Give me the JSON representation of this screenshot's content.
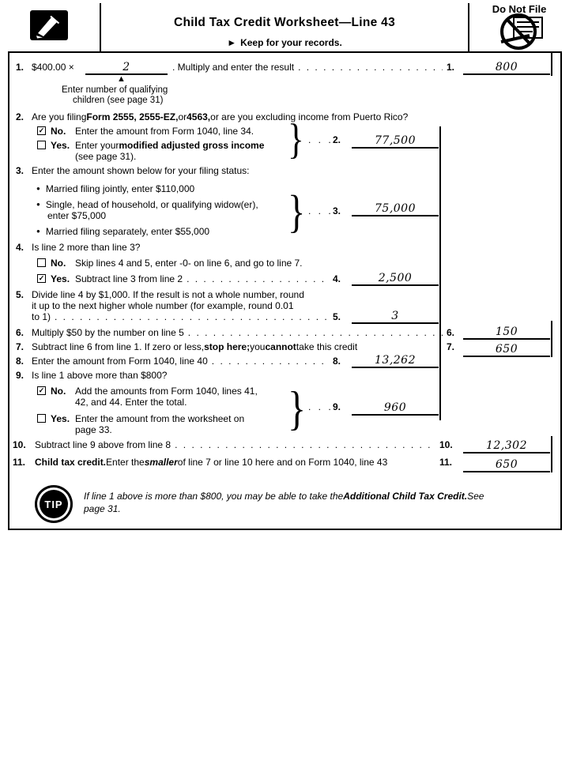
{
  "glyphs": {
    "brace": "}",
    "bullet": "●",
    "arrow_up": "▲",
    "keep_arrow": "►"
  },
  "header": {
    "title": "Child Tax Credit Worksheet—Line 43",
    "keep_text": "Keep for your records.",
    "do_not_file": "Do Not File"
  },
  "line1": {
    "num": "1.",
    "prefix": "$400.00 ×",
    "children_value": "2",
    "text": ". Multiply and enter the result",
    "dots": ". . . . . . . . . . . . . . . . . . . .",
    "entry_num": "1.",
    "entry_value": "800",
    "caption1": "Enter number of qualifying",
    "caption2": "children (see page 31)"
  },
  "line2": {
    "num": "2.",
    "question": [
      {
        "t": "Are you filing "
      },
      {
        "t": "Form 2555, 2555-EZ,",
        "b": true
      },
      {
        "t": " or "
      },
      {
        "t": "4563,",
        "b": true
      },
      {
        "t": " or are you excluding income from Puerto Rico?"
      }
    ],
    "no_check": "✓",
    "no_label": "No.",
    "no_text": "Enter the amount from Form 1040, line 34.",
    "yes_check": "",
    "yes_label": "Yes.",
    "yes_text": [
      {
        "t": "Enter your "
      },
      {
        "t": "modified adjusted gross income",
        "b": true
      }
    ],
    "yes_text2": "(see page 31).",
    "dots": ". . .",
    "entry_num": "2.",
    "entry_value": "77,500"
  },
  "line3": {
    "num": "3.",
    "text": "Enter the amount shown below for your filing status:",
    "b1": "Married filing jointly, enter $110,000",
    "b2a": "Single, head of household, or qualifying widow(er),",
    "b2b": "enter $75,000",
    "b3": "Married filing separately, enter $55,000",
    "dots": ". . .",
    "entry_num": "3.",
    "entry_value": "75,000"
  },
  "line4": {
    "num": "4.",
    "text": "Is line 2 more than line 3?",
    "no_check": "",
    "no_label": "No.",
    "no_text": "Skip lines 4 and 5, enter -0- on line 6, and go to line 7.",
    "yes_check": "✓",
    "yes_label": "Yes.",
    "yes_text": "Subtract line 3 from line 2",
    "dots": ". . . . . . . . . . . . . . . . . . . .",
    "entry_num": "4.",
    "entry_value": "2,500"
  },
  "line5": {
    "num": "5.",
    "text1": "Divide line 4 by $1,000. If the result is not a whole number, round",
    "text2": "it up to the next higher whole number (for example, round 0.01",
    "text3": "to 1)",
    "dots": ". . . . . . . . . . . . . . . . . . . . . . . . . . . . . . . . . . . . . . . .",
    "entry_num": "5.",
    "entry_value": "3"
  },
  "line6": {
    "num": "6.",
    "text": "Multiply $50 by the number on line 5",
    "dots": ". . . . . . . . . . . . . . . . . . . . . . . . . . . . . . . . . .",
    "entry_num": "6.",
    "entry_value": "150"
  },
  "line7": {
    "num": "7.",
    "text": [
      {
        "t": "Subtract line 6 from line 1. If zero or less, "
      },
      {
        "t": "stop here;",
        "b": true
      },
      {
        "t": " you "
      },
      {
        "t": "cannot",
        "b": true
      },
      {
        "t": " take this credit"
      }
    ],
    "entry_num": "7.",
    "entry_value": "650"
  },
  "line8": {
    "num": "8.",
    "text": "Enter the amount from Form 1040, line 40",
    "dots": ". . . . . . . . . . . . . . . . . . . .",
    "entry_num": "8.",
    "entry_value": "13,262"
  },
  "line9": {
    "num": "9.",
    "text": "Is line 1 above more than $800?",
    "no_check": "✓",
    "no_label": "No.",
    "no_text1": "Add the amounts from Form 1040, lines 41,",
    "no_text2": "42, and 44. Enter the total.",
    "yes_check": "",
    "yes_label": "Yes.",
    "yes_text1": "Enter the amount from the worksheet on",
    "yes_text2": "page 33.",
    "dots": ". . .",
    "entry_num": "9.",
    "entry_value": "960"
  },
  "line10": {
    "num": "10.",
    "text": "Subtract line 9 above from line 8",
    "dots": ". . . . . . . . . . . . . . . . . . . . . . . . . . . . . . . . . . . . . .",
    "entry_num": "10.",
    "entry_value": "12,302"
  },
  "line11": {
    "num": "11.",
    "text": [
      {
        "t": "Child tax credit.",
        "b": true
      },
      {
        "t": " Enter the "
      },
      {
        "t": "smaller",
        "b": true,
        "i": true
      },
      {
        "t": " of line 7 or line 10 here and on Form 1040, line 43"
      }
    ],
    "entry_num": "11.",
    "entry_value": "650"
  },
  "tip": {
    "label": "TIP",
    "text1": [
      {
        "t": "If line 1 above is more than $800, you may be able to take the ",
        "i": true
      },
      {
        "t": "Additional Child Tax Credit.",
        "b": true,
        "i": true
      },
      {
        "t": " See",
        "i": true
      }
    ],
    "text2": [
      {
        "t": "page 31.",
        "i": true
      }
    ]
  }
}
